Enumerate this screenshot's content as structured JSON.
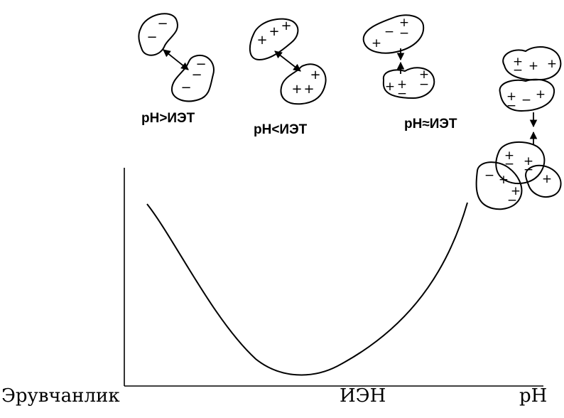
{
  "diagram": {
    "case_labels": {
      "ph_greater": "pH>ИЭТ",
      "ph_less": "pH<ИЭТ",
      "ph_equal": "pH≈ИЭТ"
    },
    "axes": {
      "y_label": "Эрувчанлик",
      "x_point_label": "ИЭН",
      "x_label": "pH"
    },
    "charges": {
      "plus": "+",
      "minus": "−"
    }
  }
}
